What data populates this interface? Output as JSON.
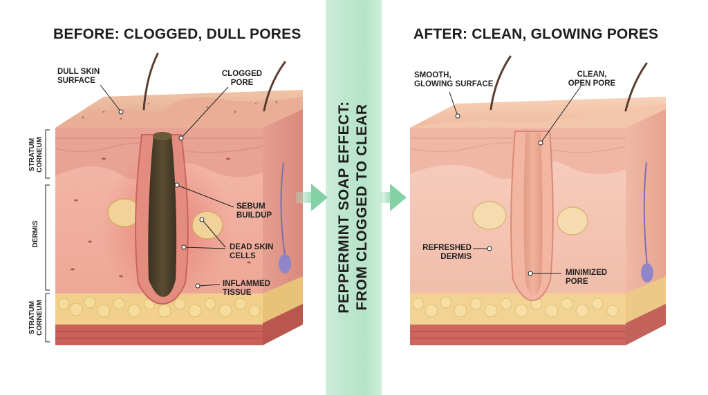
{
  "before": {
    "title": "BEFORE: CLOGGED, DULL PORES",
    "labels": {
      "dull_skin_surface": "DULL SKIN\nSURFACE",
      "clogged_pore": "CLOGGED\nPORE",
      "sebum_buildup": "SEBUM\nBUILDUP",
      "dead_skin_cells": "DEAD SKIN\nCELLS",
      "inflamed_tissue": "INFLAMMED\nTISSUE"
    }
  },
  "after": {
    "title": "AFTER: CLEAN, GLOWING PORES",
    "labels": {
      "smooth_surface": "SMOOTH,\nGLOWING SURFACE",
      "clean_pore": "CLEAN,\nOPEN PORE",
      "refreshed_dermis": "REFRESHED\nDERMIS",
      "minimized_pore": "MINIMIZED\nPORE"
    }
  },
  "layers": {
    "top": "STRATUM\nCORNEUM",
    "middle": "DERMIS",
    "bottom": "STRATUM\nCORNEUM"
  },
  "banner": {
    "text": "PEPPERMINT SOAP EFFECT:\nFROM CLOGGED TO CLEAR"
  },
  "colors": {
    "banner": "#b9e5cc",
    "arrow": "#8fd6ae",
    "skin_top": "#efbfa3",
    "epidermis": "#f0b0a3",
    "dermis": "#f2c3b5",
    "fat": "#f0d08a",
    "muscle": "#c9605a",
    "clog": "#4a3d28"
  }
}
